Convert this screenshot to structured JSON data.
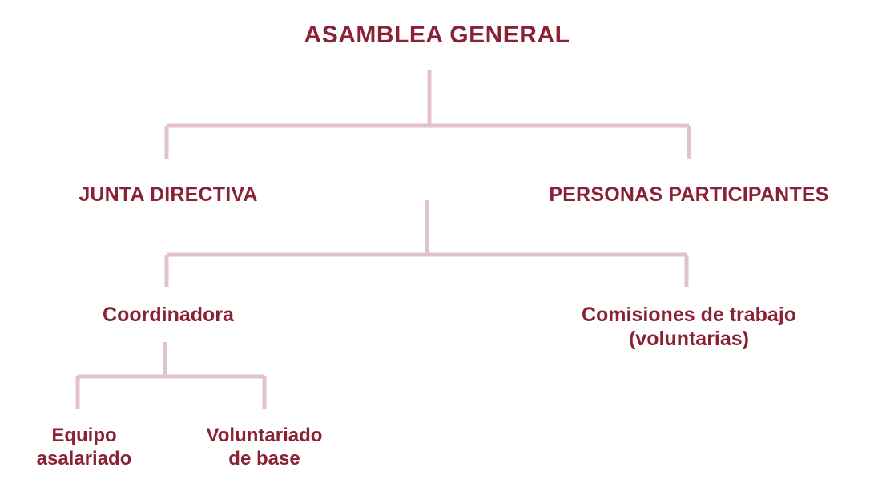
{
  "diagram": {
    "colors": {
      "text": "#8a2237",
      "connector": "#e2c2cc"
    },
    "nodes": {
      "asamblea": {
        "lines": [
          "ASAMBLEA GENERAL"
        ]
      },
      "junta": {
        "lines": [
          "JUNTA DIRECTIVA"
        ]
      },
      "personas": {
        "lines": [
          "PERSONAS PARTICIPANTES"
        ]
      },
      "coordinadora": {
        "lines": [
          "Coordinadora"
        ]
      },
      "comisiones": {
        "lines": [
          "Comisiones de trabajo",
          "(voluntarias)"
        ]
      },
      "equipo": {
        "lines": [
          "Equipo",
          "asalariado"
        ]
      },
      "voluntariado": {
        "lines": [
          "Voluntariado",
          "de base"
        ]
      }
    },
    "edges": [
      {
        "from": "asamblea",
        "to": [
          "junta",
          "personas"
        ]
      },
      {
        "from": "junta_personas_level",
        "to": [
          "coordinadora",
          "comisiones"
        ]
      },
      {
        "from": "coordinadora",
        "to": [
          "equipo",
          "voluntariado"
        ]
      }
    ]
  }
}
